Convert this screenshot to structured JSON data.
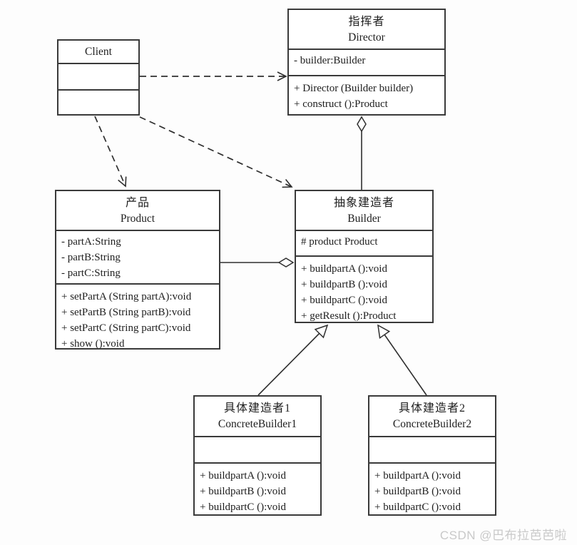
{
  "watermark": "CSDN @巴布拉芭芭啦",
  "colors": {
    "line": "#2f2f2f",
    "box_background": "#ffffff",
    "page_background": "#fdfdfd",
    "watermark": "#c9c9c9"
  },
  "classes": {
    "client": {
      "name_en": "Client",
      "attributes": [],
      "methods": []
    },
    "director": {
      "name_zh": "指挥者",
      "name_en": "Director",
      "attributes": [
        "- builder:Builder"
      ],
      "methods": [
        "+ Director (Builder builder)",
        "+ construct ():Product"
      ]
    },
    "product": {
      "name_zh": "产品",
      "name_en": "Product",
      "attributes": [
        "- partA:String",
        "- partB:String",
        "- partC:String"
      ],
      "methods": [
        "+ setPartA (String partA):void",
        "+ setPartB (String partB):void",
        "+ setPartC (String partC):void",
        "+ show ():void"
      ]
    },
    "builder": {
      "name_zh": "抽象建造者",
      "name_en": "Builder",
      "attributes": [
        "# product Product"
      ],
      "methods": [
        "+ buildpartA ():void",
        "+ buildpartB ():void",
        "+ buildpartC ():void",
        "+ getResult ():Product"
      ]
    },
    "concrete_builder_1": {
      "name_zh": "具体建造者1",
      "name_en": "ConcreteBuilder1",
      "attributes": [],
      "methods": [
        "+ buildpartA ():void",
        "+ buildpartB ():void",
        "+ buildpartC ():void"
      ]
    },
    "concrete_builder_2": {
      "name_zh": "具体建造者2",
      "name_en": "ConcreteBuilder2",
      "attributes": [],
      "methods": [
        "+ buildpartA ():void",
        "+ buildpartB ():void",
        "+ buildpartC ():void"
      ]
    }
  },
  "relationships": [
    {
      "type": "dependency",
      "from": "Client",
      "to": "Director",
      "line": "dashed",
      "head": "open-arrow"
    },
    {
      "type": "dependency",
      "from": "Client",
      "to": "Product",
      "line": "dashed",
      "head": "open-arrow"
    },
    {
      "type": "dependency",
      "from": "Client",
      "to": "Builder",
      "line": "dashed",
      "head": "open-arrow"
    },
    {
      "type": "aggregation",
      "whole": "Director",
      "part": "Builder",
      "line": "solid",
      "head": "hollow-diamond-at-director"
    },
    {
      "type": "aggregation",
      "whole": "Builder",
      "part": "Product",
      "line": "solid",
      "head": "hollow-diamond-at-builder"
    },
    {
      "type": "generalization",
      "from": "ConcreteBuilder1",
      "to": "Builder",
      "line": "solid",
      "head": "hollow-triangle"
    },
    {
      "type": "generalization",
      "from": "ConcreteBuilder2",
      "to": "Builder",
      "line": "solid",
      "head": "hollow-triangle"
    }
  ]
}
